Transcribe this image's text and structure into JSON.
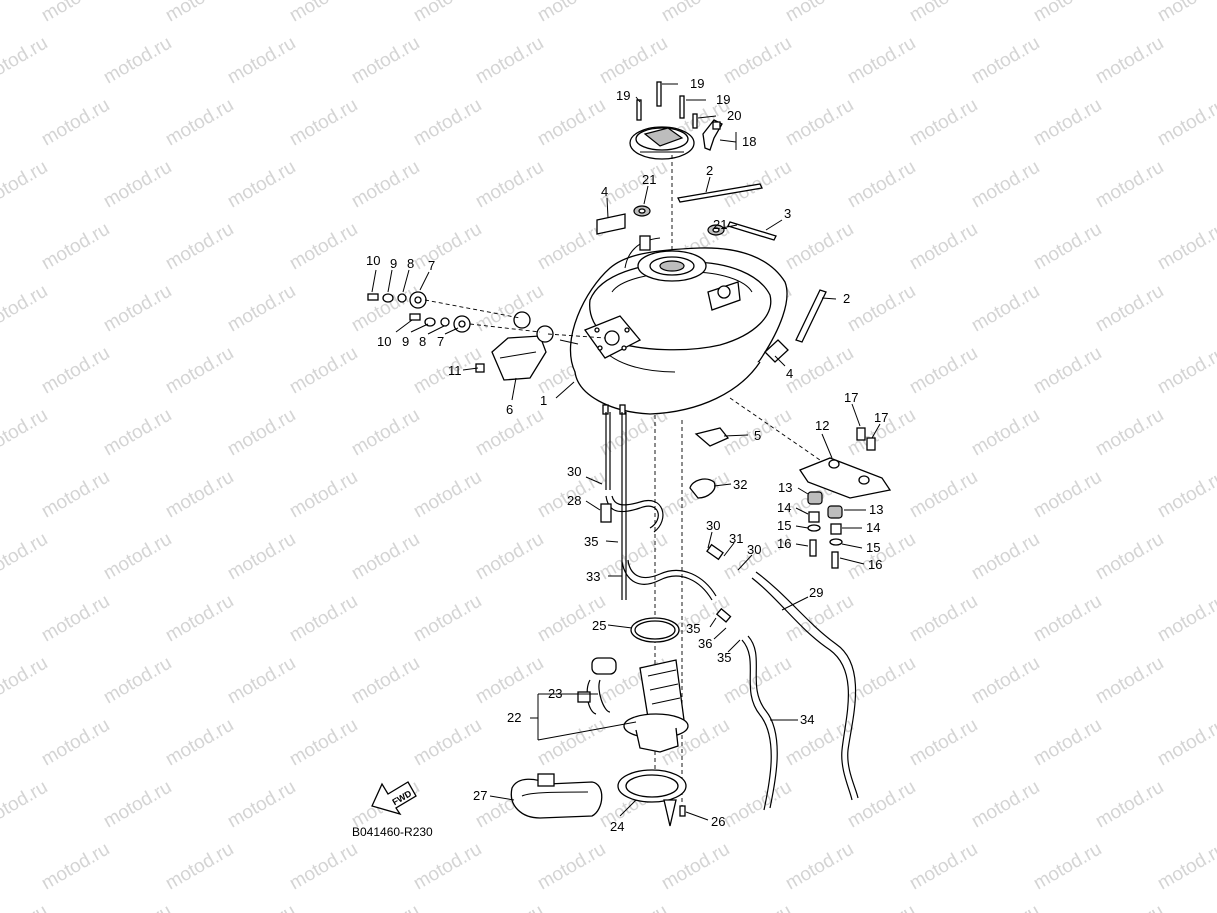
{
  "watermark": "motod.ru",
  "diagram_code": "B041460-R230",
  "fwd_label": "FWD",
  "callouts": {
    "c1": "1",
    "c2a": "2",
    "c2b": "2",
    "c3": "3",
    "c4a": "4",
    "c4b": "4",
    "c5": "5",
    "c6": "6",
    "c7a": "7",
    "c7b": "7",
    "c8a": "8",
    "c8b": "8",
    "c9a": "9",
    "c9b": "9",
    "c10a": "10",
    "c10b": "10",
    "c11": "11",
    "c12": "12",
    "c13a": "13",
    "c13b": "13",
    "c14a": "14",
    "c14b": "14",
    "c15a": "15",
    "c15b": "15",
    "c16a": "16",
    "c16b": "16",
    "c17a": "17",
    "c17b": "17",
    "c18": "18",
    "c19a": "19",
    "c19b": "19",
    "c19c": "19",
    "c20": "20",
    "c21a": "21",
    "c21b": "21",
    "c22": "22",
    "c23": "23",
    "c24": "24",
    "c25": "25",
    "c26": "26",
    "c27": "27",
    "c28": "28",
    "c29": "29",
    "c30a": "30",
    "c30b": "30",
    "c30c": "30",
    "c31": "31",
    "c32": "32",
    "c33": "33",
    "c34": "34",
    "c35a": "35",
    "c35b": "35",
    "c35c": "35",
    "c36": "36"
  }
}
